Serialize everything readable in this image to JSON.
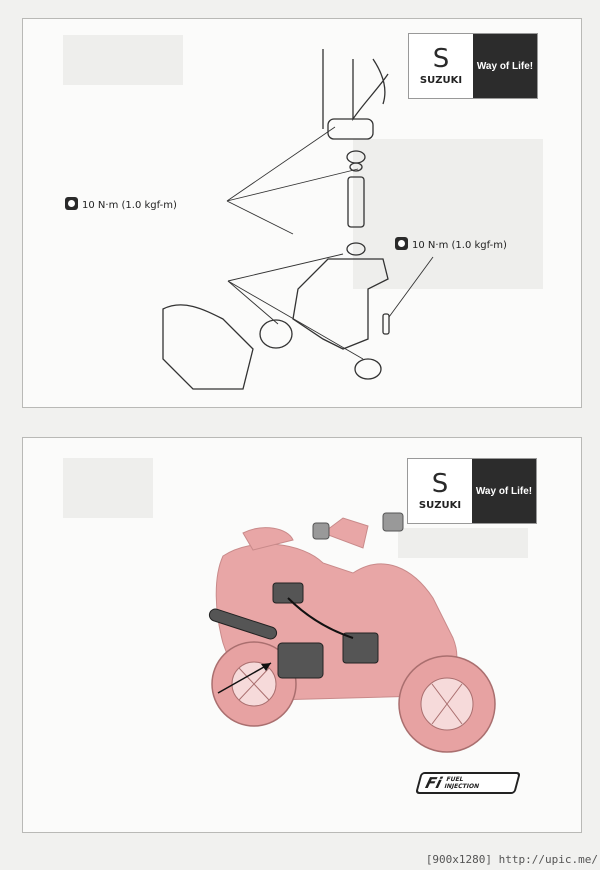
{
  "brand": {
    "name": "SUZUKI",
    "slogan": "Way of Life!",
    "mark": "S"
  },
  "slide1": {
    "callouts": [
      {
        "value": "10",
        "text": "N·m (1.0 kgf-m)"
      },
      {
        "value": "10",
        "text": "N·m (1.0 kgf-m)"
      }
    ]
  },
  "slide2": {
    "badge": {
      "mark": "Fi",
      "line1": "FUEL",
      "line2": "INJECTION"
    }
  },
  "watermark": "[900x1280] http://upic.me/"
}
